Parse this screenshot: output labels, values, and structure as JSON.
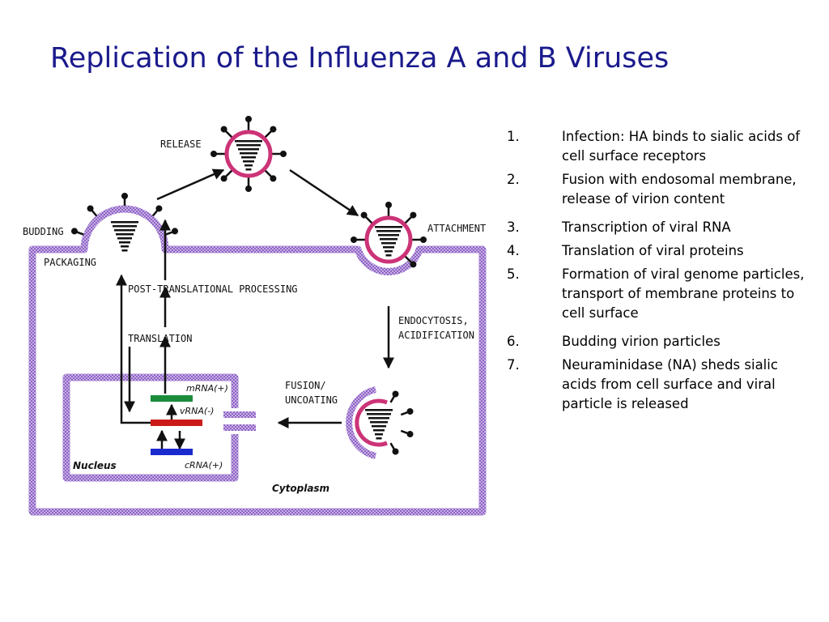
{
  "title": "Replication of the Influenza A and B Viruses",
  "diagram": {
    "labels": {
      "release": "RELEASE",
      "budding": "BUDDING",
      "attachment": "ATTACHMENT",
      "packaging": "PACKAGING",
      "post_translational": "POST-TRANSLATIONAL PROCESSING",
      "translation": "TRANSLATION",
      "endocytosis": "ENDOCYTOSIS,",
      "acidification": "ACIDIFICATION",
      "fusion": "FUSION/",
      "uncoating": "UNCOATING",
      "nucleus": "Nucleus",
      "cytoplasm": "Cytoplasm",
      "mrna": "mRNA(+)",
      "vrna": "vRNA(-)",
      "crna": "cRNA(+)"
    },
    "colors": {
      "membrane": "#a77fd0",
      "virion": "#cc3377",
      "mrna": "#1a8c3a",
      "vrna": "#cc1a1a",
      "crna": "#1a2acc"
    }
  },
  "steps": [
    {
      "num": "1.",
      "text": "Infection: HA binds to sialic acids of cell surface receptors"
    },
    {
      "num": "2.",
      "text": "Fusion with endosomal membrane, release of virion content"
    },
    {
      "num": "3.",
      "text": "Transcription of viral RNA"
    },
    {
      "num": "4.",
      "text": "Translation of viral proteins"
    },
    {
      "num": "5.",
      "text": "Formation of viral genome particles, transport of membrane proteins to cell surface"
    },
    {
      "num": "6.",
      "text": "Budding virion particles"
    },
    {
      "num": "7.",
      "text": "Neuraminidase (NA) sheds sialic acids from cell surface and viral particle is released"
    }
  ]
}
